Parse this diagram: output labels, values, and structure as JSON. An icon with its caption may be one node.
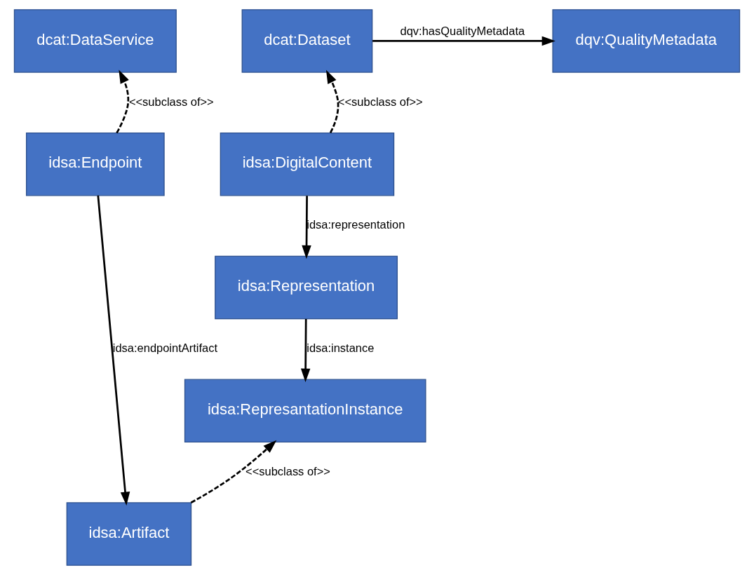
{
  "diagram": {
    "nodes": [
      {
        "text": [
          "dcat:DataService"
        ]
      },
      {
        "text": [
          "dcat:Dataset"
        ]
      },
      {
        "text": [
          "dqv:QualityMetadata"
        ]
      },
      {
        "text": [
          "idsa:Endpoint"
        ]
      },
      {
        "text": [
          "idsa:DigitalContent"
        ]
      },
      {
        "text": [
          "idsa:Representation"
        ]
      },
      {
        "text": [
          "idsa:RepresantationInstance"
        ]
      },
      {
        "text": [
          "idsa:Artifact"
        ]
      }
    ],
    "edges": [
      {
        "from": 1,
        "to": 2,
        "arrow": "to",
        "label": "dqv:hasQualityMetadata"
      },
      {
        "from": 3,
        "to": 0,
        "arrow": "to",
        "style": "dashed",
        "label": "<<subclass of>>"
      },
      {
        "from": 4,
        "to": 1,
        "arrow": "to",
        "style": "dashed",
        "label": "<<subclass of>>"
      },
      {
        "from": 3,
        "to": 7,
        "arrow": "to",
        "label": "idsa:endpointArtifact"
      },
      {
        "from": 4,
        "to": 5,
        "arrow": "to",
        "label": "idsa:representation"
      },
      {
        "from": 5,
        "to": 6,
        "arrow": "to",
        "label": "idsa:instance"
      },
      {
        "from": 7,
        "to": 6,
        "arrow": "to",
        "style": "dashed",
        "label": "<<subclass of>>"
      }
    ]
  }
}
